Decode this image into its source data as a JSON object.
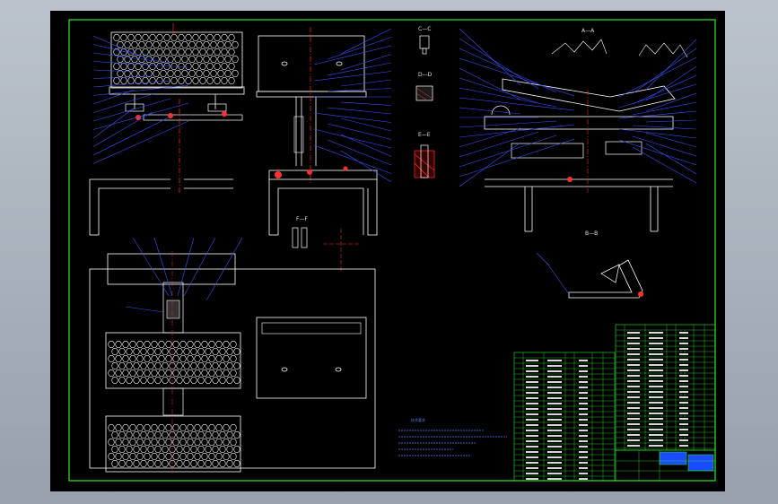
{
  "drawing": {
    "section_labels": [
      "A—A",
      "B—B",
      "C—C",
      "D—D",
      "E—E",
      "F—F"
    ],
    "title_block_text": "",
    "tech_notes_title": "技术要求",
    "colors": {
      "background": "#000000",
      "frame": "#2ee82e",
      "geometry": "#ffffff",
      "leader": "#3a52ff",
      "centerline": "#ff2a2a",
      "hatch": "#ff3030",
      "table_line": "#2ee82e"
    }
  }
}
